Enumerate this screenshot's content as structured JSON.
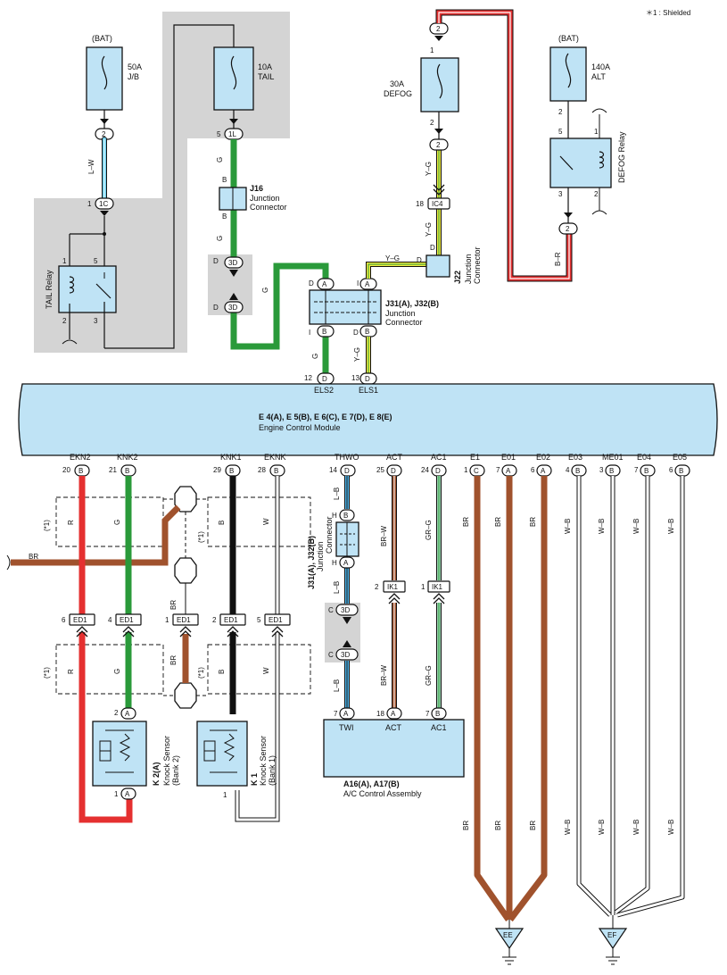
{
  "note": "＊1 : Shielded",
  "fuses": {
    "bat1": {
      "src": "(BAT)",
      "rating": "50A",
      "name": "J/B"
    },
    "tail": {
      "rating": "10A",
      "name": "TAIL"
    },
    "defog": {
      "rating": "30A",
      "name": "DEFOG"
    },
    "bat2": {
      "src": "(BAT)",
      "rating": "140A",
      "name": "ALT"
    }
  },
  "relays": {
    "tail": "TAIL Relay",
    "defog": "DEFOG Relay"
  },
  "connectors": {
    "j16": {
      "code": "J16",
      "line1": "Junction",
      "line2": "Connector"
    },
    "j22": {
      "code": "J22",
      "line1": "Junction",
      "line2": "Connector"
    },
    "j31": {
      "code": "J31(A), J32(B)",
      "line1": "Junction",
      "line2": "Connector"
    },
    "j31b": {
      "code": "J31(A), J32(B)",
      "line1": "Junction",
      "line2": "Connector"
    }
  },
  "ecm": {
    "title": "E 4(A), E 5(B), E 6(C), E 7(D), E 8(E)",
    "subtitle": "Engine Control Module",
    "top_pins": [
      "ELS2",
      "ELS1"
    ],
    "pins": [
      "EKN2",
      "KNK2",
      "KNK1",
      "EKNK",
      "THWO",
      "ACT",
      "AC1",
      "E1",
      "E01",
      "E02",
      "E03",
      "ME01",
      "E04",
      "E05"
    ]
  },
  "sensors": {
    "k2": {
      "code": "K 2(A)",
      "line1": "Knock Sensor",
      "line2": "(Bank 2)"
    },
    "k1": {
      "code": "K 1",
      "line1": "Knock Sensor",
      "line2": "(Bank 1)"
    }
  },
  "ac": {
    "title": "A16(A), A17(B)",
    "subtitle": "A/C Control Assembly",
    "pins": [
      "TWI",
      "ACT",
      "AC1"
    ]
  },
  "grounds": {
    "ee": "EE",
    "ef": "EF"
  },
  "wire_colors": [
    "L–W",
    "G",
    "B",
    "Y–G",
    "B–R",
    "R",
    "BR",
    "W",
    "L–B",
    "BR–W",
    "GR–G",
    "W–B"
  ],
  "shield_note": "(*1)"
}
